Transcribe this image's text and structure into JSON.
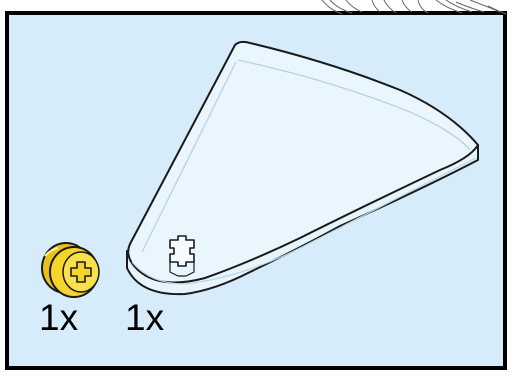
{
  "panel": {
    "background": "#d6ecfb",
    "border_color": "#000000"
  },
  "parts": [
    {
      "name": "yellow-bush-half",
      "color": "#f6d52b",
      "quantity_label": "1x",
      "icon": "technic-half-bush-icon"
    },
    {
      "name": "trans-clear-quarter-round-plate",
      "color": "#eaf6fd",
      "quantity_label": "1x",
      "icon": "quarter-round-plate-icon"
    }
  ]
}
